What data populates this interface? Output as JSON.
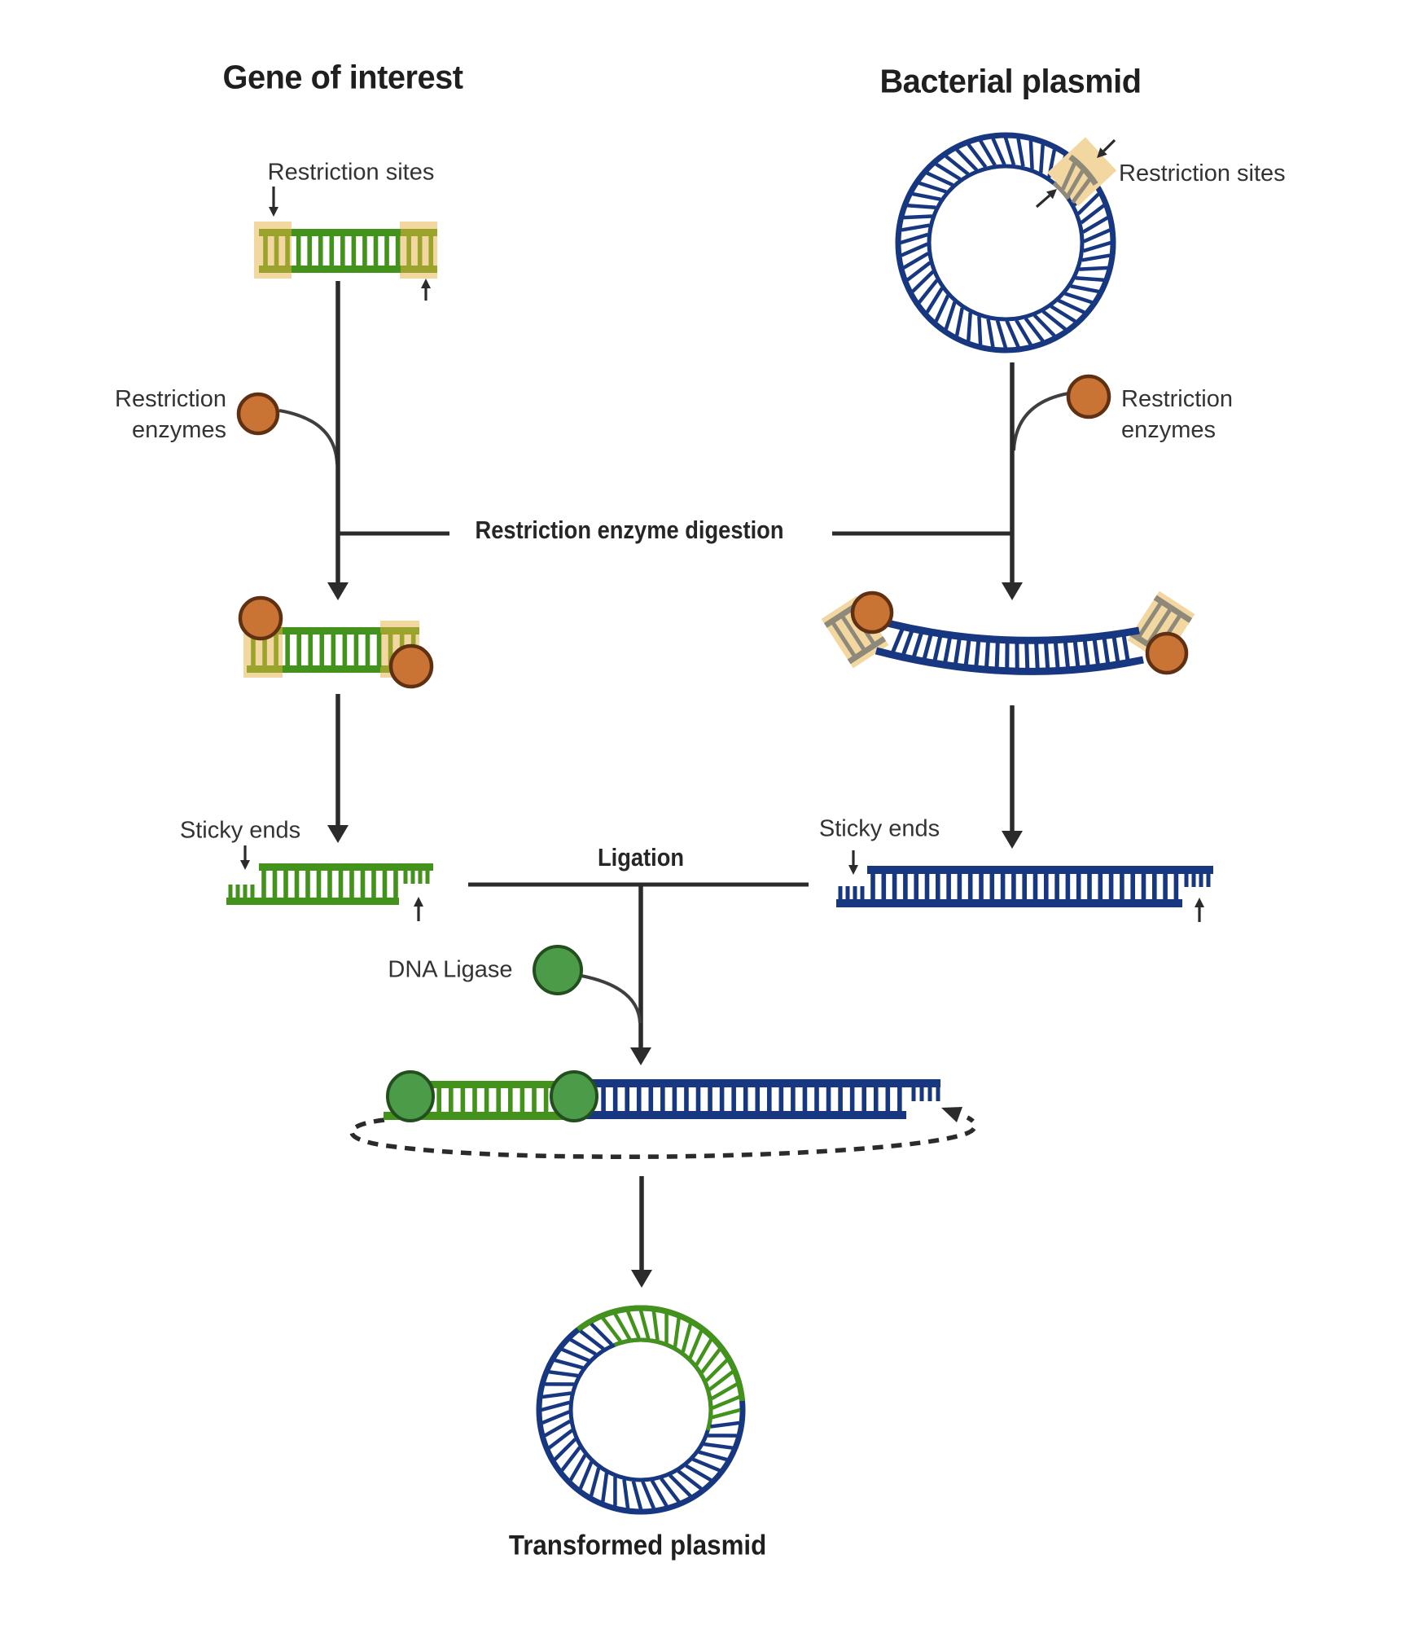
{
  "gene_panel": {
    "title": "Gene of interest",
    "restriction_sites_label": "Restriction sites",
    "enzymes_label_line1": "Restriction",
    "enzymes_label_line2": "enzymes",
    "sticky_ends_label": "Sticky ends"
  },
  "plasmid_panel": {
    "title": "Bacterial plasmid",
    "restriction_sites_label": "Restriction sites",
    "enzymes_label_line1": "Restriction",
    "enzymes_label_line2": "enzymes",
    "sticky_ends_label": "Sticky ends"
  },
  "process": {
    "digestion_label": "Restriction enzyme digestion",
    "ligation_label": "Ligation",
    "ligase_label": "DNA Ligase"
  },
  "result": {
    "caption": "Transformed plasmid"
  },
  "colors": {
    "background": "#ffffff",
    "ink": "#2b2b2b",
    "label_text": "#333333",
    "gene_green": "#42921c",
    "plasmid_blue": "#183781",
    "restriction_site_tan": "#f2d7a1",
    "site_rung_olive": "#9aa32c",
    "site_rung_gray": "#8e8979",
    "enzyme_orange": "#c97434",
    "enzyme_orange_border": "#5f3012",
    "ligase_green": "#4c9b49",
    "ligase_green_border": "#234f1f"
  }
}
